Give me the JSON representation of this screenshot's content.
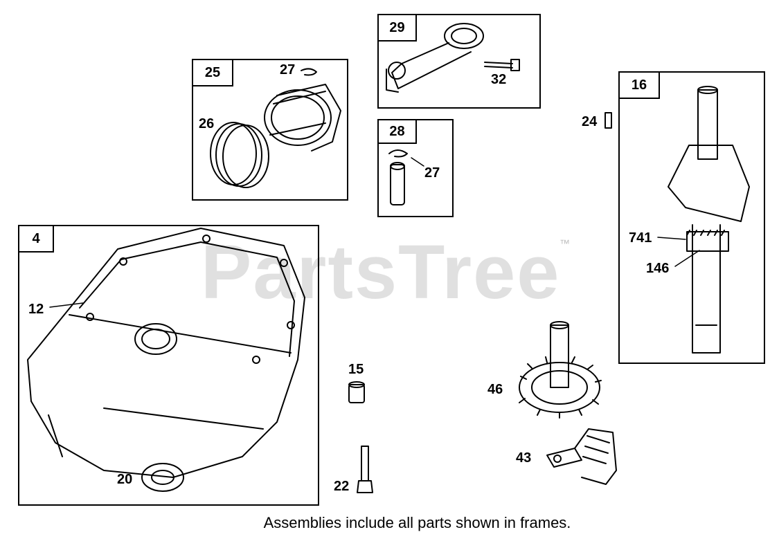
{
  "watermark": {
    "text": "PartsTree",
    "tm": "™"
  },
  "frames": {
    "f25": "25",
    "f29": "29",
    "f28": "28",
    "f16": "16",
    "f4": "4"
  },
  "labels": {
    "l27a": "27",
    "l26": "26",
    "l32": "32",
    "l27b": "27",
    "l24": "24",
    "l741": "741",
    "l146": "146",
    "l12": "12",
    "l15": "15",
    "l46": "46",
    "l43": "43",
    "l20": "20",
    "l22": "22"
  },
  "caption": "Assemblies include all parts shown in frames."
}
